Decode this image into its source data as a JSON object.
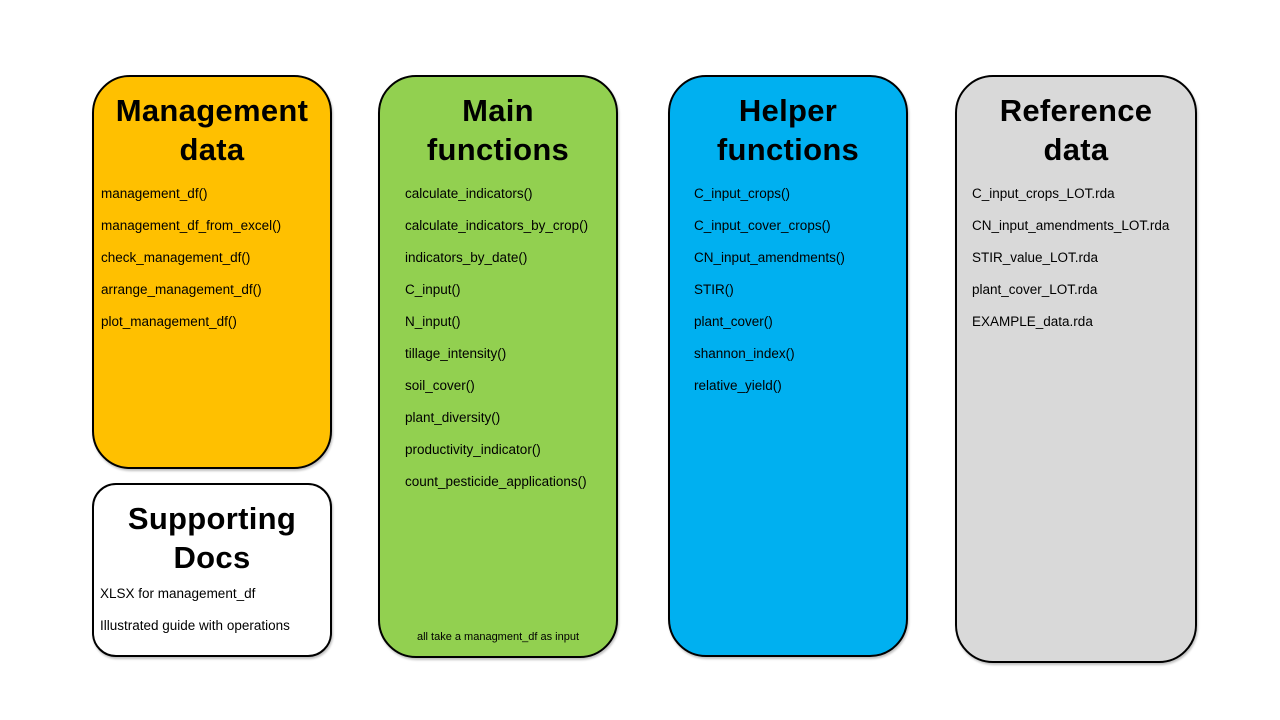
{
  "boxes": {
    "management_data": {
      "title_lines": [
        "Management",
        "data"
      ],
      "color": "#FFC000",
      "items": [
        "management_df()",
        "management_df_from_excel()",
        "check_management_df()",
        "arrange_management_df()",
        "plot_management_df()"
      ]
    },
    "supporting_docs": {
      "title_lines": [
        "Supporting",
        "Docs"
      ],
      "color": "#FFFFFF",
      "items": [
        "XLSX for management_df",
        "Illustrated guide with operations"
      ]
    },
    "main_functions": {
      "title_lines": [
        "Main",
        "functions"
      ],
      "color": "#92D050",
      "items": [
        "calculate_indicators()",
        "calculate_indicators_by_crop()",
        "indicators_by_date()",
        "C_input()",
        "N_input()",
        "tillage_intensity()",
        "soil_cover()",
        "plant_diversity()",
        "productivity_indicator()",
        "count_pesticide_applications()"
      ],
      "footnote": "all take a managment_df as input"
    },
    "helper_functions": {
      "title_lines": [
        "Helper",
        "functions"
      ],
      "color": "#00B0F0",
      "items": [
        "C_input_crops()",
        "C_input_cover_crops()",
        "CN_input_amendments()",
        "STIR()",
        "plant_cover()",
        "shannon_index()",
        "relative_yield()"
      ]
    },
    "reference_data": {
      "title_lines": [
        "Reference",
        "data"
      ],
      "color": "#D9D9D9",
      "items": [
        "C_input_crops_LOT.rda",
        "CN_input_amendments_LOT.rda",
        "STIR_value_LOT.rda",
        "plant_cover_LOT.rda",
        "EXAMPLE_data.rda"
      ]
    }
  }
}
